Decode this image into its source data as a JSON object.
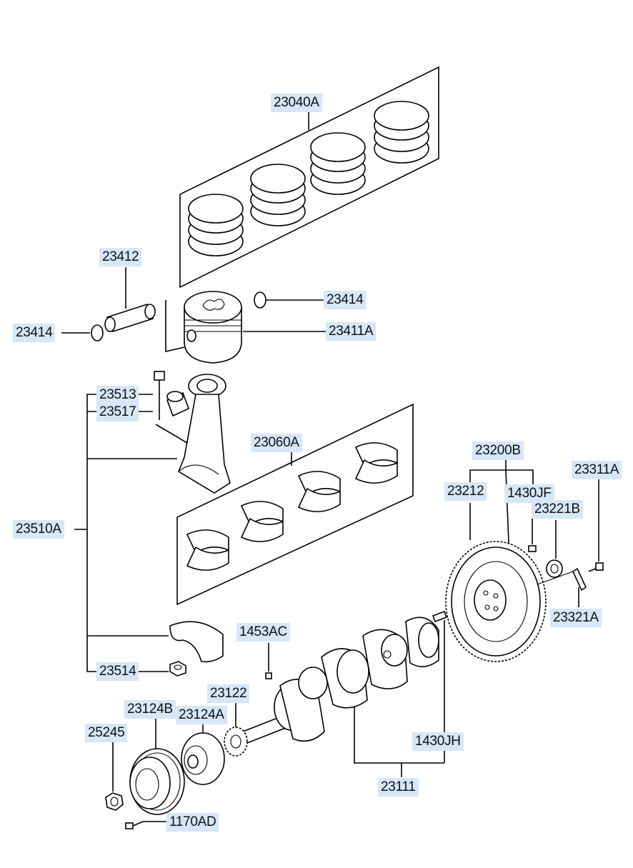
{
  "labels": {
    "l23040A": "23040A",
    "l23412": "23412",
    "l23414_right": "23414",
    "l23414_left": "23414",
    "l23411A": "23411A",
    "l23513": "23513",
    "l23517": "23517",
    "l23060A": "23060A",
    "l23510A": "23510A",
    "l23200B": "23200B",
    "l23311A": "23311A",
    "l23212": "23212",
    "l1430JF": "1430JF",
    "l23221B": "23221B",
    "l23321A": "23321A",
    "l1453AC": "1453AC",
    "l23514": "23514",
    "l23122": "23122",
    "l23124B": "23124B",
    "l23124A": "23124A",
    "l25245": "25245",
    "l1430JH": "1430JH",
    "l23111": "23111",
    "l1170AD": "1170AD"
  }
}
